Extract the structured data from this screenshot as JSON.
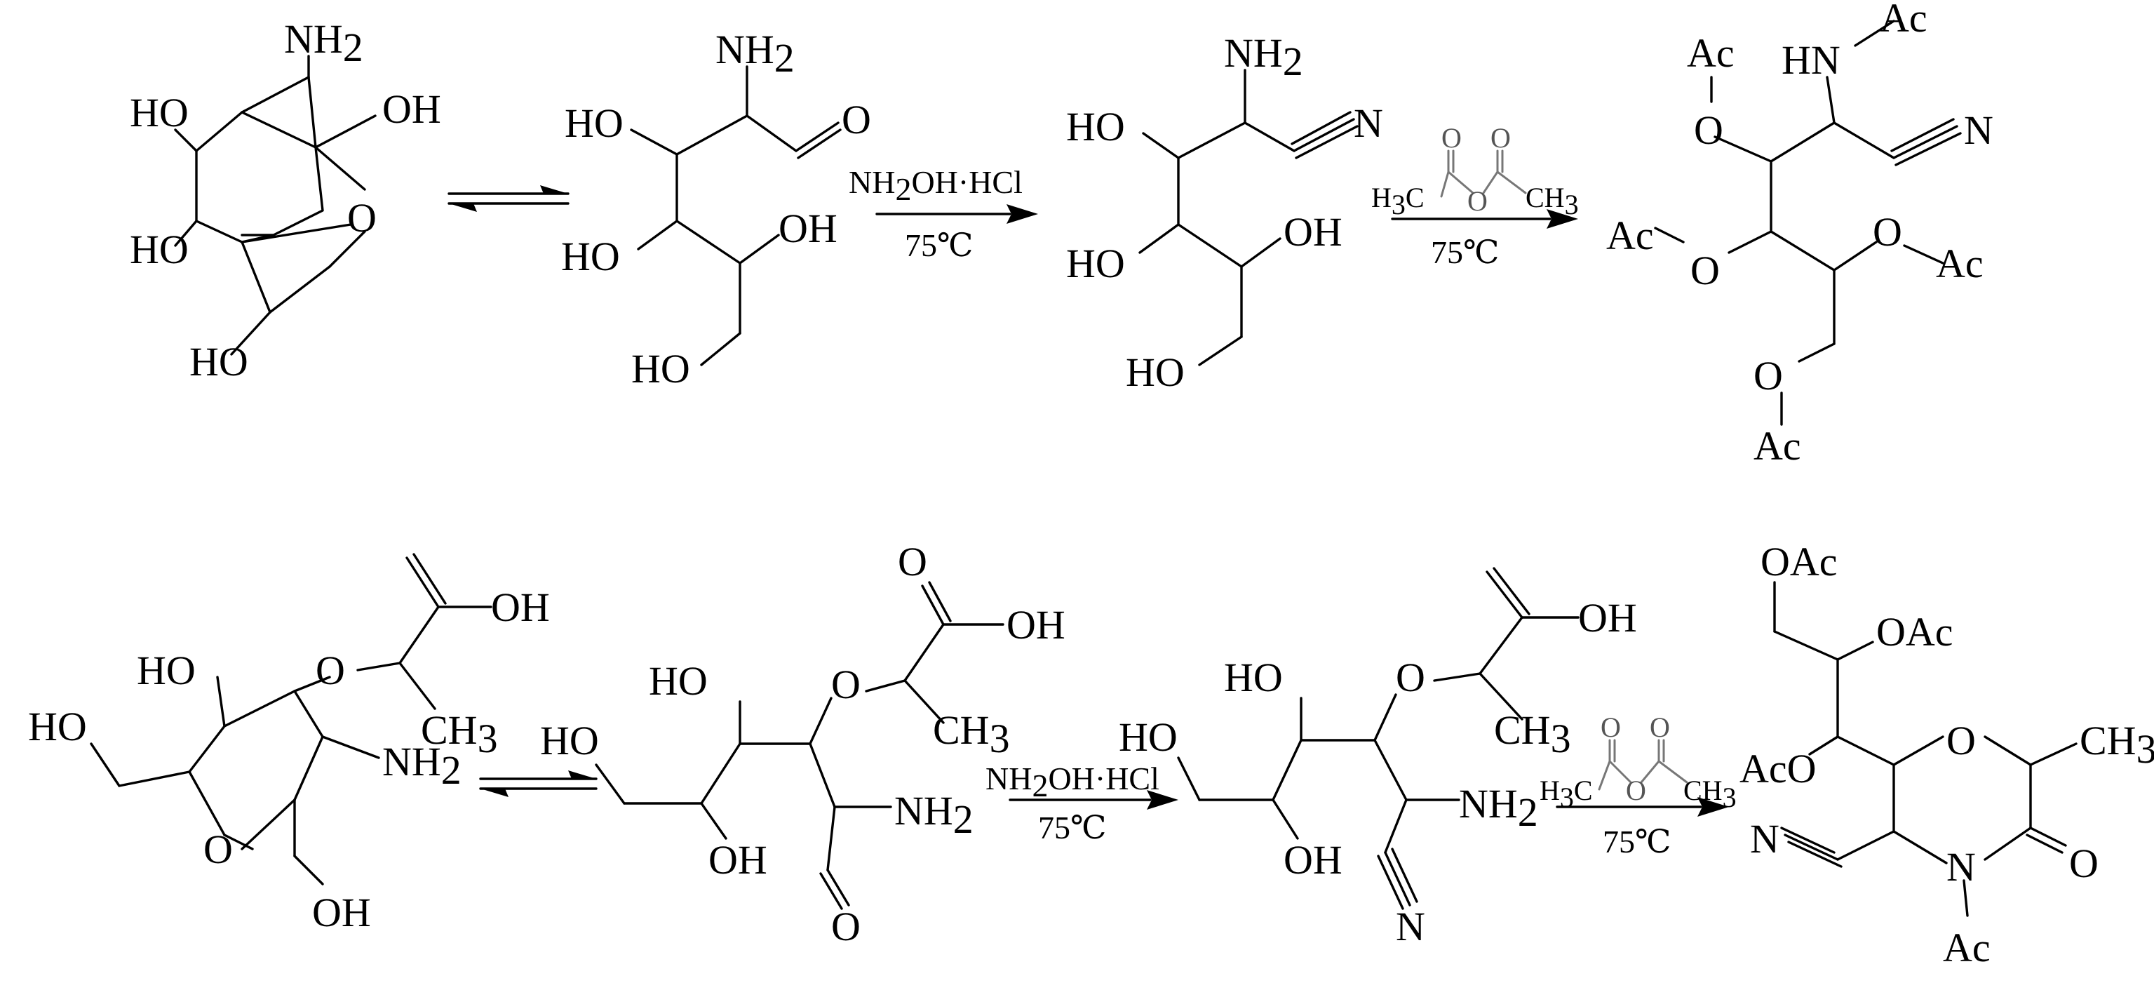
{
  "labels": {
    "nh2": "NH",
    "two": "2",
    "three": "3",
    "ho": "HO",
    "oh": "OH",
    "o": "O",
    "n": "N",
    "hn": "HN",
    "ac": "Ac",
    "oac": "OAc",
    "aco": "AcO",
    "ch": "CH",
    "hc": "H",
    "c": "C"
  },
  "reagents": {
    "nh2oh_hcl_a": "NH",
    "nh2oh_hcl_b": "2",
    "nh2oh_hcl_c": "OH·HCl",
    "temp": "75℃"
  }
}
